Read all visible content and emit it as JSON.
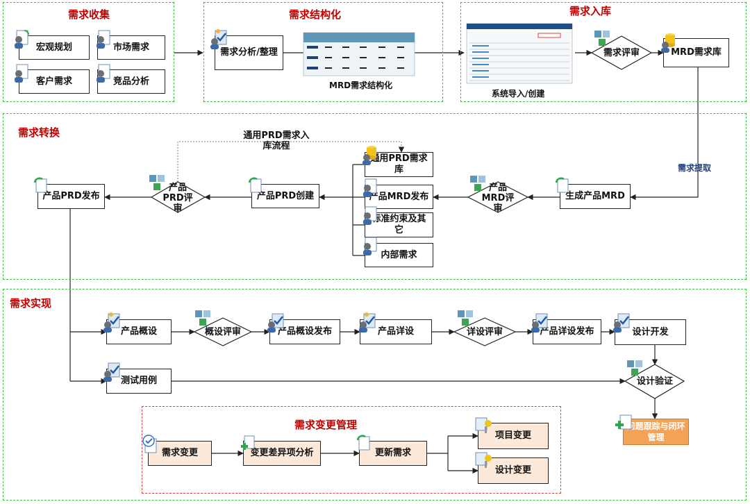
{
  "regions": {
    "collect": "需求收集",
    "structure": "需求结构化",
    "storage": "需求入库",
    "transform": "需求转换",
    "realize": "需求实现",
    "change_mgmt": "需求变更管理"
  },
  "collect_items": [
    "宏观规划",
    "市场需求",
    "客户需求",
    "竞品分析"
  ],
  "structure_items": {
    "analysis": "需求分析/整理",
    "mrd_caption": "MRD需求结构化"
  },
  "storage_items": {
    "system_caption": "系统导入/创建",
    "review": "需求评审",
    "mrd_lib": "MRD需求库"
  },
  "extract_label": "需求提取",
  "transform_items": {
    "gen_mrd": "生成产品MRD",
    "mrd_review": "产品MRD评审",
    "general_prd_lib": "通用PRD需求库",
    "mrd_release": "产品MRD发布",
    "standard": "标准约束及其它",
    "internal": "内部需求",
    "prd_create": "产品PRD创建",
    "prd_review": "产品PRD评审",
    "prd_release": "产品PRD发布",
    "general_flow_label": "通用PRD需求入库流程"
  },
  "realize_items": {
    "outline": "产品概设",
    "outline_review": "概设评审",
    "outline_release": "产品概设发布",
    "detail": "产品详设",
    "detail_review": "详设评审",
    "detail_release": "产品详设发布",
    "dev": "设计开发",
    "testcase": "测试用例",
    "verify": "设计验证",
    "issue": "问题跟踪与闭环管理"
  },
  "change_items": {
    "change": "需求变更",
    "diff": "变更差异项分析",
    "update": "更新需求",
    "project_change": "项目变更",
    "design_change": "设计变更"
  },
  "colors": {
    "region_border": "#3fbf3f",
    "title": "#c00000",
    "peach": "#fde9d9",
    "orange": "#f3a256"
  }
}
